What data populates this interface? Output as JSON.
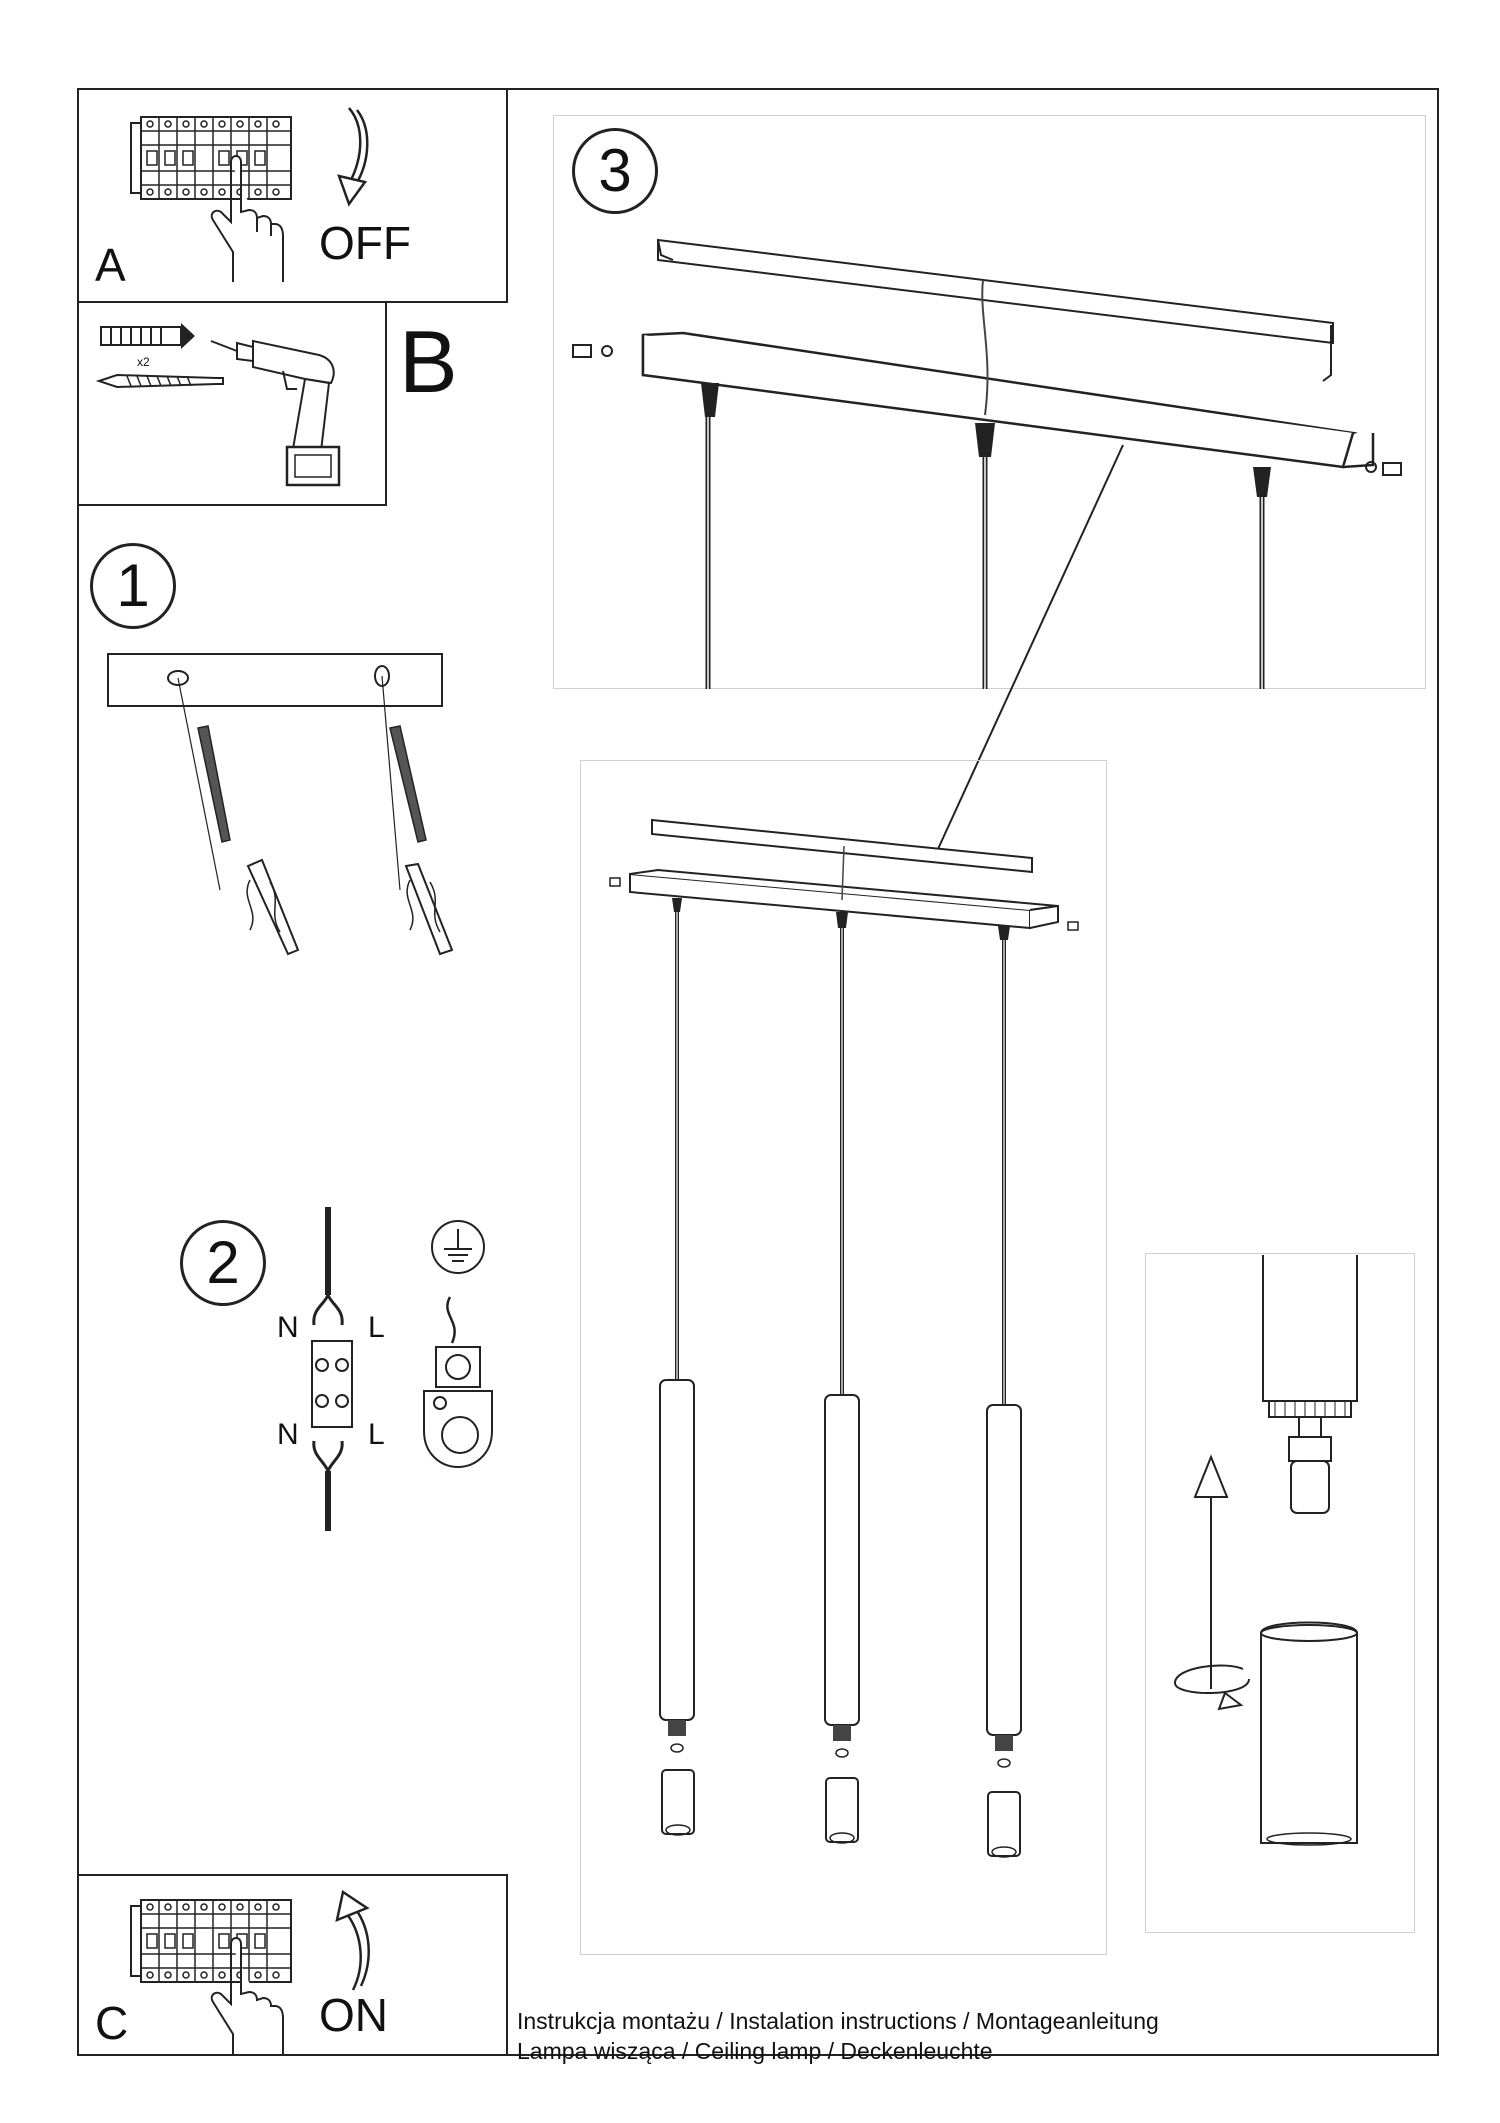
{
  "panels": {
    "a": {
      "letter": "A",
      "label": "OFF"
    },
    "b": {
      "letter": "B",
      "anchor_qty": "x2"
    },
    "c": {
      "letter": "C",
      "label": "ON"
    }
  },
  "steps": {
    "s1": "1",
    "s2": "2",
    "s3": "3"
  },
  "wiring": {
    "n_top": "N",
    "l_top": "L",
    "n_bottom": "N",
    "l_bottom": "L"
  },
  "footer": {
    "line1": "Instrukcja montażu / Instalation instructions / Montageanleitung",
    "line2": "Lampa wisząca / Ceiling lamp / Deckenleuchte"
  },
  "icons": [
    "circuit-breaker-icon",
    "hand-icon",
    "arrow-down-icon",
    "arrow-up-icon",
    "drill-icon",
    "wall-plug-icon",
    "screw-icon",
    "ground-symbol-icon",
    "rotate-arrow-icon"
  ]
}
